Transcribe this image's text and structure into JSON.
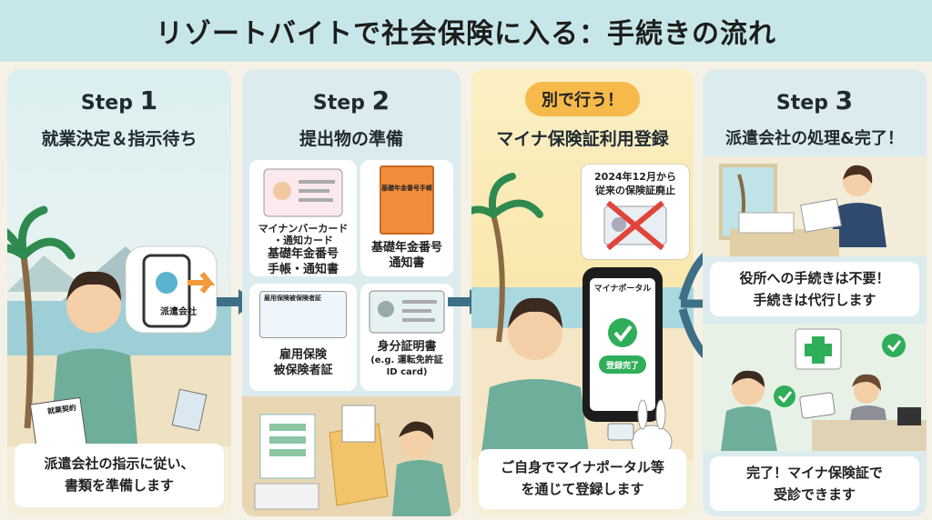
{
  "title": "リゾートバイトで社会保険に入る：手続きの流れ",
  "step1": {
    "step_word": "Step",
    "step_num": "1",
    "subtitle": "就業決定＆指示待ち",
    "phone_label": "派遣会社",
    "doc_label": "就業契約",
    "caption_line1": "派遣会社の指示に従い、",
    "caption_line2": "書類を準備します"
  },
  "step2": {
    "step_word": "Step",
    "step_num": "2",
    "subtitle": "提出物の準備",
    "item1_line1": "マイナンバーカード",
    "item1_line2": "・通知カード",
    "item1_line3": "基礎年金番号",
    "item1_line4": "手帳・通知書",
    "book_label": "基礎年金番号手帳",
    "item2_line1": "基礎年金番号",
    "item2_line2": "通知書",
    "card3_header": "雇用保険被保険者証",
    "item3_line1": "雇用保険",
    "item3_line2": "被保険者証",
    "item4_line1": "身分証明書",
    "item4_line2": "(e.g. 運転免許証",
    "item4_line3": "ID card)"
  },
  "step3": {
    "pill": "別で行う！",
    "subtitle": "マイナ保険証利用登録",
    "notice_line1": "2024年12月から",
    "notice_line2": "従来の保険証廃止",
    "phone_header": "マイナポータル",
    "phone_button": "登録完了",
    "caption_line1": "ご自身でマイナポータル等",
    "caption_line2": "を通じて登録します"
  },
  "step4": {
    "step_word": "Step",
    "step_num": "3",
    "subtitle": "派遣会社の処理&完了！",
    "box1_line1": "役所への手続きは不要！",
    "box1_line2": "手続きは代行します",
    "box2_line1": "完了！マイナ保険証で",
    "box2_line2": "受診できます"
  },
  "colors": {
    "title_bg": "#c7e6ea",
    "pill": "#f6b94a",
    "arrow": "#3d6f86",
    "check": "#2fae5a",
    "cross": "#e0453a"
  }
}
